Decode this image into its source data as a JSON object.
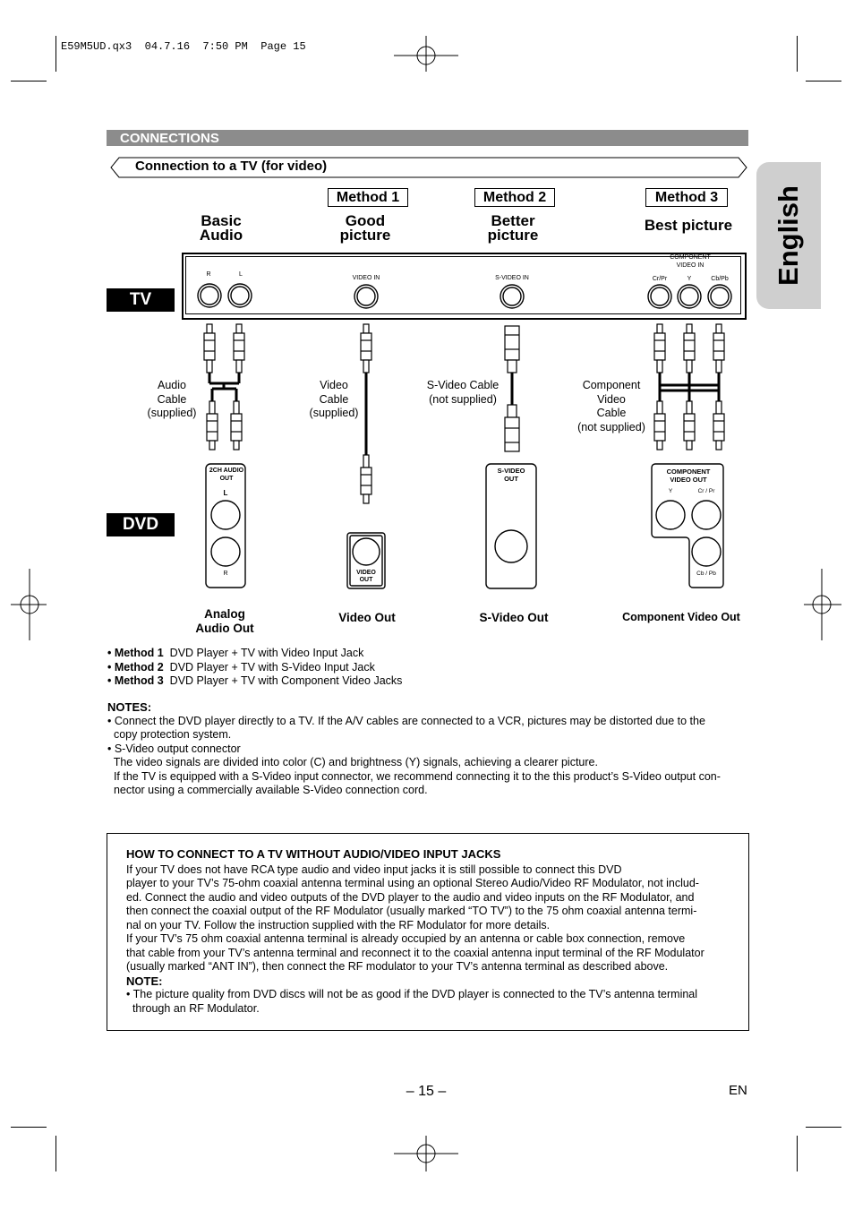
{
  "file_header": "E59M5UD.qx3  04.7.16  7:50 PM  Page 15",
  "language_tab": "English",
  "section_title": "CONNECTIONS",
  "subsection_title": "Connection to a TV (for video)",
  "methods": [
    {
      "label": "Method 1"
    },
    {
      "label": "Method 2"
    },
    {
      "label": "Method 3"
    }
  ],
  "quality_labels": {
    "basic": [
      "Basic",
      "Audio"
    ],
    "good": [
      "Good",
      "picture"
    ],
    "better": [
      "Better",
      "picture"
    ],
    "best": "Best picture"
  },
  "tv_label": "TV",
  "dvd_label": "DVD",
  "tv_jacks": {
    "r": "R",
    "l": "L",
    "video_in": "VIDEO IN",
    "svideo_in": "S-VIDEO IN",
    "component": [
      "COMPONENT",
      "VIDEO IN"
    ],
    "cr": "Cr/Pr",
    "y": "Y",
    "cb": "Cb/Pb"
  },
  "cables": {
    "audio": [
      "Audio",
      "Cable",
      "(supplied)"
    ],
    "video": [
      "Video",
      "Cable",
      "(supplied)"
    ],
    "svideo": [
      "S-Video Cable",
      "(not supplied)"
    ],
    "component": [
      "Component",
      "Video",
      "Cable",
      "(not supplied)"
    ]
  },
  "dvd_jacks": {
    "audio_out": [
      "2CH AUDIO",
      "OUT"
    ],
    "l": "L",
    "r": "R",
    "video_out": [
      "VIDEO",
      "OUT"
    ],
    "svideo_out": [
      "S-VIDEO",
      "OUT"
    ],
    "component_out": [
      "COMPONENT",
      "VIDEO OUT"
    ],
    "y": "Y",
    "cr": "Cr / Pr",
    "cb": "Cb / Pb"
  },
  "output_labels": {
    "analog": [
      "Analog",
      "Audio Out"
    ],
    "video": "Video Out",
    "svideo": "S-Video Out",
    "component": "Component Video Out"
  },
  "method_list": [
    {
      "bold": "• Method 1",
      "text": "DVD Player + TV with Video Input Jack"
    },
    {
      "bold": "• Method 2",
      "text": "DVD Player + TV with S-Video Input Jack"
    },
    {
      "bold": "• Method 3",
      "text": "DVD Player + TV with Component Video Jacks"
    }
  ],
  "notes": {
    "heading": "NOTES:",
    "lines": [
      "• Connect the DVD player directly to a TV. If the A/V cables are connected to a VCR, pictures may be distorted due to the",
      "  copy protection system.",
      "• S-Video output connector",
      "  The video signals are divided into color (C) and brightness (Y) signals, achieving a clearer picture.",
      "  If the TV is equipped with a S-Video input connector, we recommend connecting it to the this product’s S-Video output con-",
      "  nector using a commercially available S-Video connection cord."
    ]
  },
  "rf_box": {
    "heading": "HOW TO CONNECT TO A TV WITHOUT AUDIO/VIDEO INPUT JACKS",
    "lines": [
      "If your TV does not have RCA type audio and video input jacks it is still possible to connect this DVD",
      "player to your TV’s 75-ohm coaxial antenna terminal using an optional Stereo Audio/Video RF Modulator, not includ-",
      "ed. Connect the audio and video outputs of the DVD player to the audio and video inputs on the RF Modulator, and",
      "then connect the coaxial output of the RF Modulator (usually marked “TO TV”) to the 75 ohm coaxial antenna termi-",
      "nal on your TV. Follow the instruction supplied with the RF Modulator for more details.",
      "If your TV’s 75 ohm coaxial antenna terminal is already occupied by an antenna or cable box connection, remove",
      "that cable from your TV’s antenna terminal and reconnect it to the coaxial antenna input terminal of the RF Modulator",
      "(usually marked “ANT IN”), then connect the RF modulator to your TV’s antenna terminal as described above."
    ],
    "note_heading": "NOTE:",
    "note_lines": [
      "• The picture quality from DVD discs will not be as good if the DVD player is connected to the TV’s antenna terminal",
      "  through an RF Modulator."
    ]
  },
  "page_number": "– 15 –",
  "lang_code": "EN"
}
